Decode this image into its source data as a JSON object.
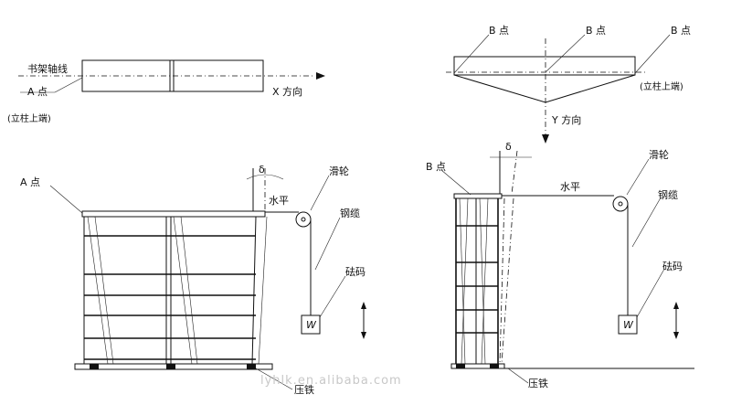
{
  "top_left": {
    "axis_label": "书架轴线",
    "point_a": "A 点",
    "column_top": "(立柱上端)",
    "x_direction": "X 方向"
  },
  "top_right": {
    "point_b_left": "B 点",
    "point_b_mid": "B 点",
    "point_b_right": "B 点",
    "column_top": "(立柱上端)",
    "y_direction": "Y 方向"
  },
  "bottom_left": {
    "point_a": "A 点",
    "delta": "δ",
    "horizontal": "水平",
    "pulley": "滑轮",
    "cable": "钢缆",
    "weight_label": "砝码",
    "weight": "W",
    "press_iron": "压铁"
  },
  "bottom_right": {
    "point_b": "B 点",
    "delta": "δ",
    "horizontal": "水平",
    "pulley": "滑轮",
    "cable": "钢缆",
    "weight_label": "砝码",
    "weight": "W",
    "press_iron": "压铁"
  },
  "watermark": "lyhlk.en.alibaba.com"
}
